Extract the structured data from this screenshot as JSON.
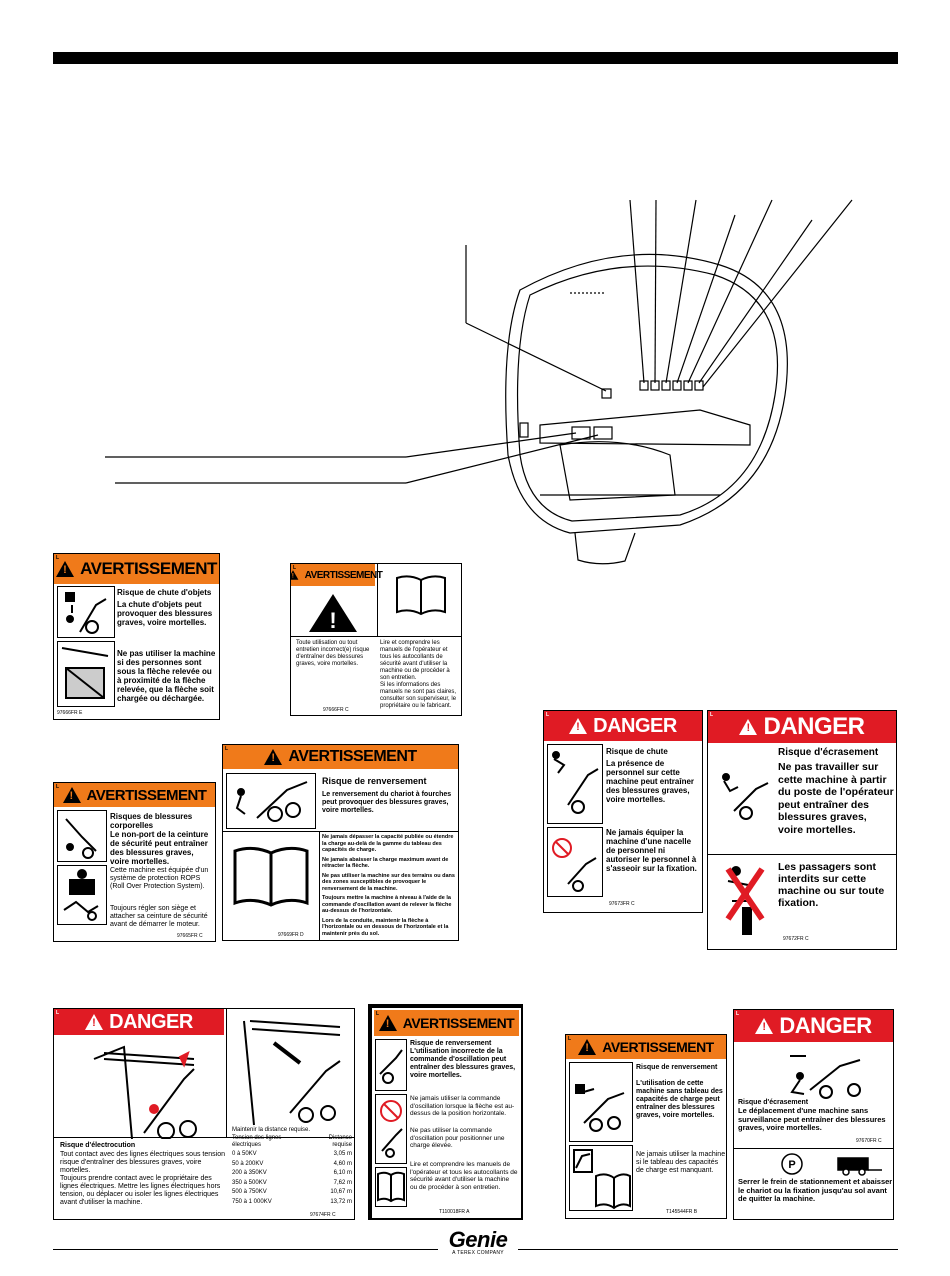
{
  "brand": {
    "name": "Genie",
    "tagline": "A TEREX COMPANY"
  },
  "corner_mark": "L",
  "decals": {
    "falling": {
      "header": "AVERTISSEMENT",
      "title": "Risque de chute d'objets",
      "body": "La chute d'objets peut provoquer des blessures graves, voire mortelles.",
      "instruction": "Ne pas utiliser la machine si des personnes sont sous la flèche relevée ou à proximité de la flèche relevée, que la flèche soit chargée ou déchargée.",
      "code": "97666FR E"
    },
    "manuals": {
      "header": "AVERTISSEMENT",
      "left_text": "Toute utilisation ou tout entretien incorrect(e) risque d'entraîner des blessures graves, voire mortelles.",
      "right_text_1": "Lire et comprendre les manuels de l'opérateur et tous les autocollants de sécurité avant d'utiliser la machine ou de procéder à son entretien.",
      "right_text_2": "Si les informations des manuels ne sont pas claires, consulter son superviseur, le propriétaire ou le fabricant.",
      "code": "97666FR C"
    },
    "seatbelt": {
      "header": "AVERTISSEMENT",
      "title": "Risques de blessures corporelles",
      "body": "Le non-port de la ceinture de sécurité peut entraîner des blessures graves, voire mortelles.",
      "rops": "Cette machine est équipée d'un système de protection ROPS (Roll Over Protection System).",
      "adjust": "Toujours régler son siège et attacher sa ceinture de sécurité avant de démarrer le moteur.",
      "code": "97665FR C"
    },
    "tipover": {
      "header": "AVERTISSEMENT",
      "title": "Risque de renversement",
      "body": "Le renversement du chariot à fourches peut provoquer des blessures graves, voire mortelles.",
      "rules": [
        "Ne jamais dépasser la capacité publiée ou étendre la charge au-delà de la gamme du tableau des capacités de charge.",
        "Ne jamais abaisser la charge maximum avant de rétracter la flèche.",
        "Ne pas utiliser la machine sur des terrains ou dans des zones susceptibles de provoquer le renversement de la machine.",
        "Toujours mettre la machine à niveau à l'aide de la commande d'oscillation avant de relever la flèche au-dessus de l'horizontale.",
        "Lors de la conduite, maintenir la flèche à l'horizontale ou en dessous de l'horizontale et la maintenir près du sol."
      ],
      "code": "97669FR D"
    },
    "fall": {
      "header": "DANGER",
      "title": "Risque de chute",
      "body": "La présence de personnel sur cette machine peut entraîner des blessures graves, voire mortelles.",
      "instruction": "Ne jamais équiper la machine d'une nacelle de personnel ni autoriser le personnel à s'asseoir sur la fixation.",
      "code": "97673FR C"
    },
    "crush_seat": {
      "header": "DANGER",
      "title": "Risque d'écrasement",
      "body": "Ne pas travailler sur cette machine à partir du poste de l'opérateur peut entraîner des blessures graves, voire mortelles.",
      "passengers": "Les passagers sont interdits sur cette machine ou sur toute fixation.",
      "code": "97672FR C"
    },
    "electro": {
      "header": "DANGER",
      "title": "Risque d'électrocution",
      "body": "Tout contact avec des lignes électriques sous tension risque d'entraîner des blessures graves, voire mortelles.",
      "body2": "Toujours prendre contact avec le propriétaire des lignes électriques. Mettre les lignes électriques hors tension, ou déplacer ou isoler les lignes électriques avant d'utiliser la machine.",
      "table_title": "Maintenir la distance requise.",
      "col1": "Tension des lignes électriques",
      "col2": "Distance requise",
      "rows": [
        [
          "0 à 50KV",
          "3,05 m"
        ],
        [
          "50 à 200KV",
          "4,60 m"
        ],
        [
          "200 à 350KV",
          "6,10 m"
        ],
        [
          "350 à 500KV",
          "7,62 m"
        ],
        [
          "500 à 750KV",
          "10,67 m"
        ],
        [
          "750 à 1 000KV",
          "13,72 m"
        ]
      ],
      "code": "97674FR C"
    },
    "oscillation": {
      "header": "AVERTISSEMENT",
      "title": "Risque de renversement",
      "body": "L'utilisation incorrecte de la commande d'oscillation peut entraîner des blessures graves, voire mortelles.",
      "rule1": "Ne jamais utiliser la commande d'oscillation lorsque la flèche est au-dessus de la position horizontale.",
      "rule2": "Ne pas utiliser la commande d'oscillation pour positionner une charge élevée.",
      "rule3": "Lire et comprendre les manuels de l'opérateur et tous les autocollants de sécurité avant d'utiliser la machine ou de procéder à son entretien.",
      "code": "T110018FR A"
    },
    "loadchart": {
      "header": "AVERTISSEMENT",
      "title": "Risque de renversement",
      "body": "L'utilisation de cette machine sans tableau des capacités de charge peut entraîner des blessures graves, voire mortelles.",
      "instruction": "Ne jamais utiliser la machine si le tableau des capacités de charge est manquant.",
      "code": "T145544FR B"
    },
    "crush_park": {
      "header": "DANGER",
      "title": "Risque d'écrasement",
      "body": "Le déplacement d'une machine sans surveillance peut entraîner des blessures graves, voire mortelles.",
      "instruction": "Serrer le frein de stationnement et abaisser le chariot ou la fixation jusqu'au sol avant de quitter la machine.",
      "code": "97670FR C",
      "brake_symbol": "P"
    }
  }
}
